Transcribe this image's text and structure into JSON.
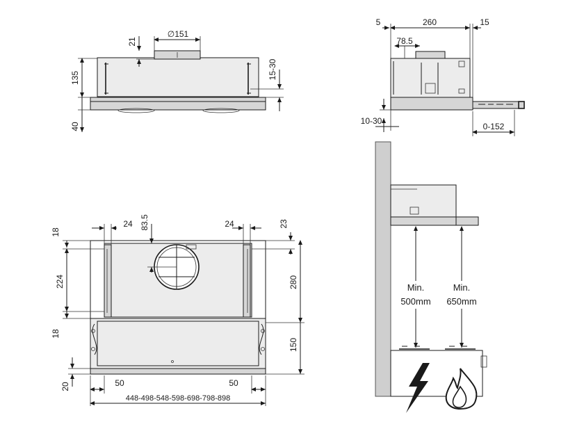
{
  "front_view": {
    "height_135": "135",
    "height_40": "40",
    "duct_21": "21",
    "duct_diameter": "∅151",
    "depth_15_30": "15-30"
  },
  "side_view": {
    "dim_5": "5",
    "dim_260": "260",
    "dim_15": "15",
    "dim_78_5": "78.5",
    "dim_10_30": "10-30",
    "dim_0_152": "0-152"
  },
  "plan_view": {
    "dim_18_top": "18",
    "dim_224": "224",
    "dim_18_bottom": "18",
    "dim_20": "20",
    "dim_24_left": "24",
    "dim_83_5": "83.5",
    "dim_24_right": "24",
    "dim_23": "23",
    "dim_280": "280",
    "dim_150": "150",
    "dim_50_left": "50",
    "dim_50_right": "50",
    "widths": "448-498-548-598-698-798-898"
  },
  "install_view": {
    "min_electric_line1": "Min.",
    "min_electric_line2": "500mm",
    "min_gas_line1": "Min.",
    "min_gas_line2": "650mm"
  }
}
